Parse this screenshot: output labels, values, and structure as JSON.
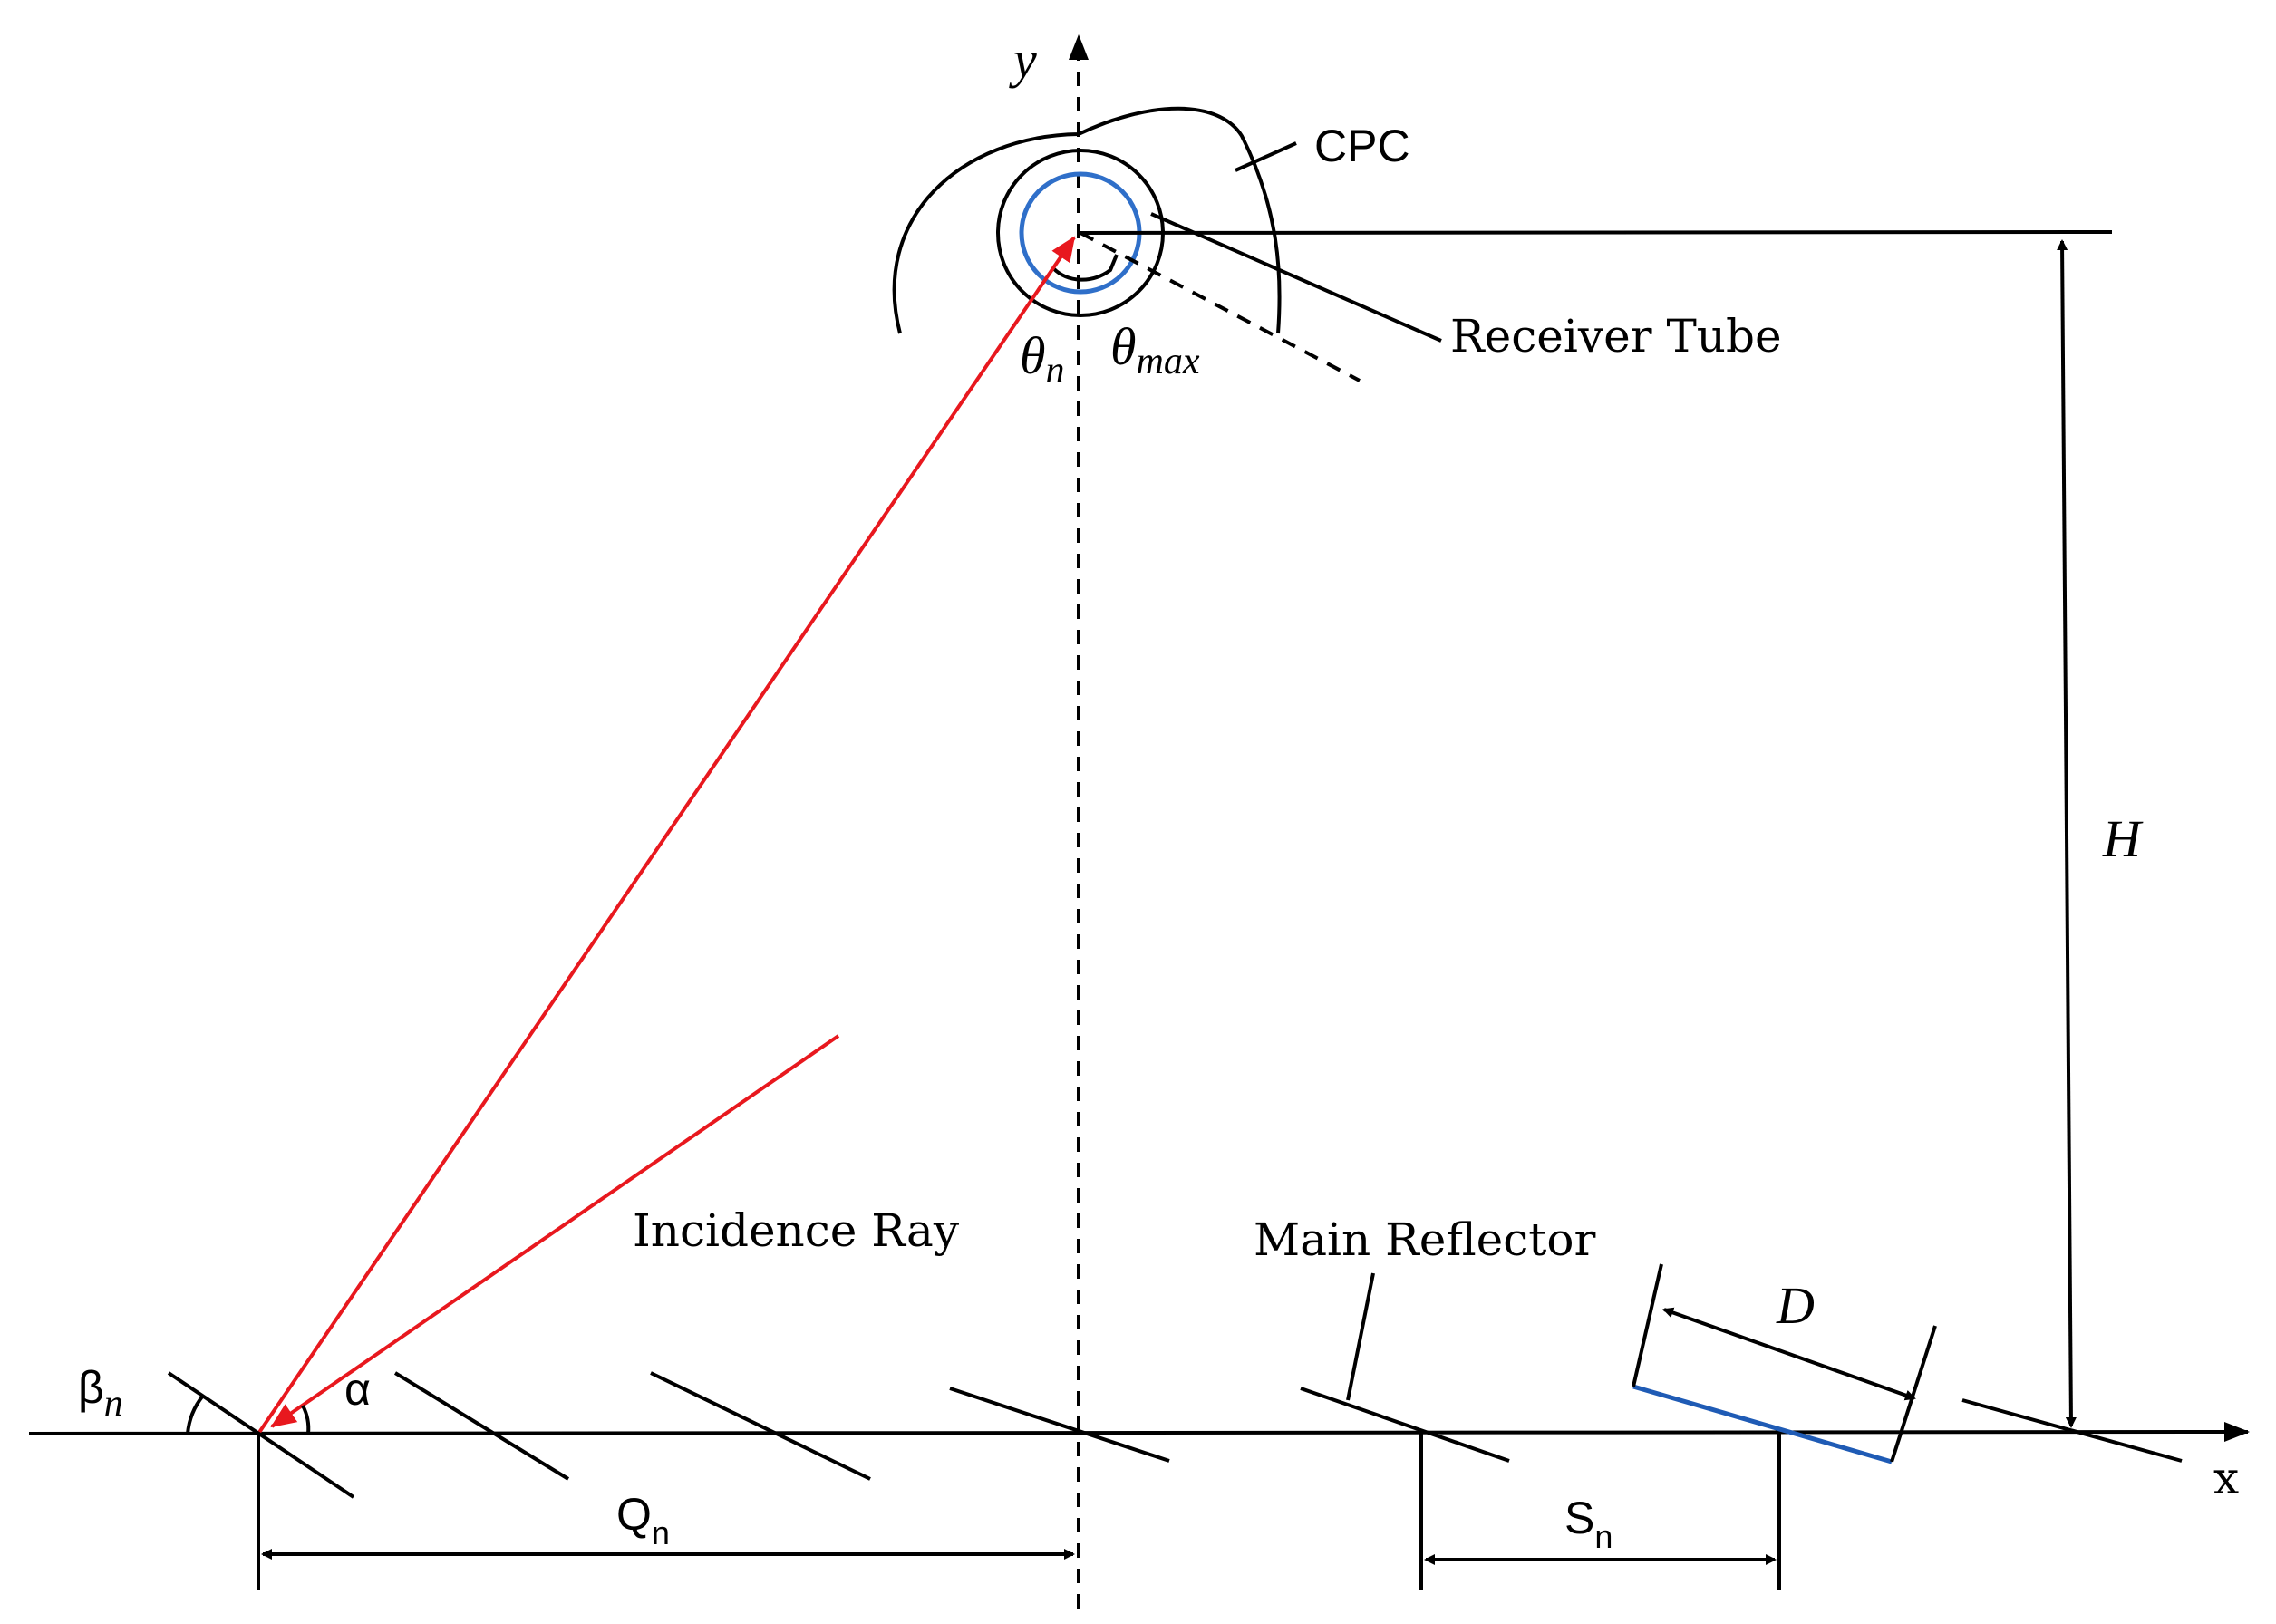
{
  "labels": {
    "y_axis": "y",
    "x_axis": "x",
    "cpc": "CPC",
    "receiver_tube": "Receiver Tube",
    "theta": "θ",
    "theta_n_sub": "n",
    "theta_max_sub": "max",
    "height": "H",
    "incidence_ray": "Incidence Ray",
    "main_reflector": "Main Reflector",
    "mirror_width": "D",
    "beta": "β",
    "beta_sub": "n",
    "alpha": "α",
    "q": "Q",
    "q_sub": "n",
    "s": "S",
    "s_sub": "n"
  },
  "colors": {
    "rays": "#e8181e",
    "absorber": "#2f6fc9",
    "highlighted_mirror": "#1f5bb5",
    "lines": "#000000"
  }
}
